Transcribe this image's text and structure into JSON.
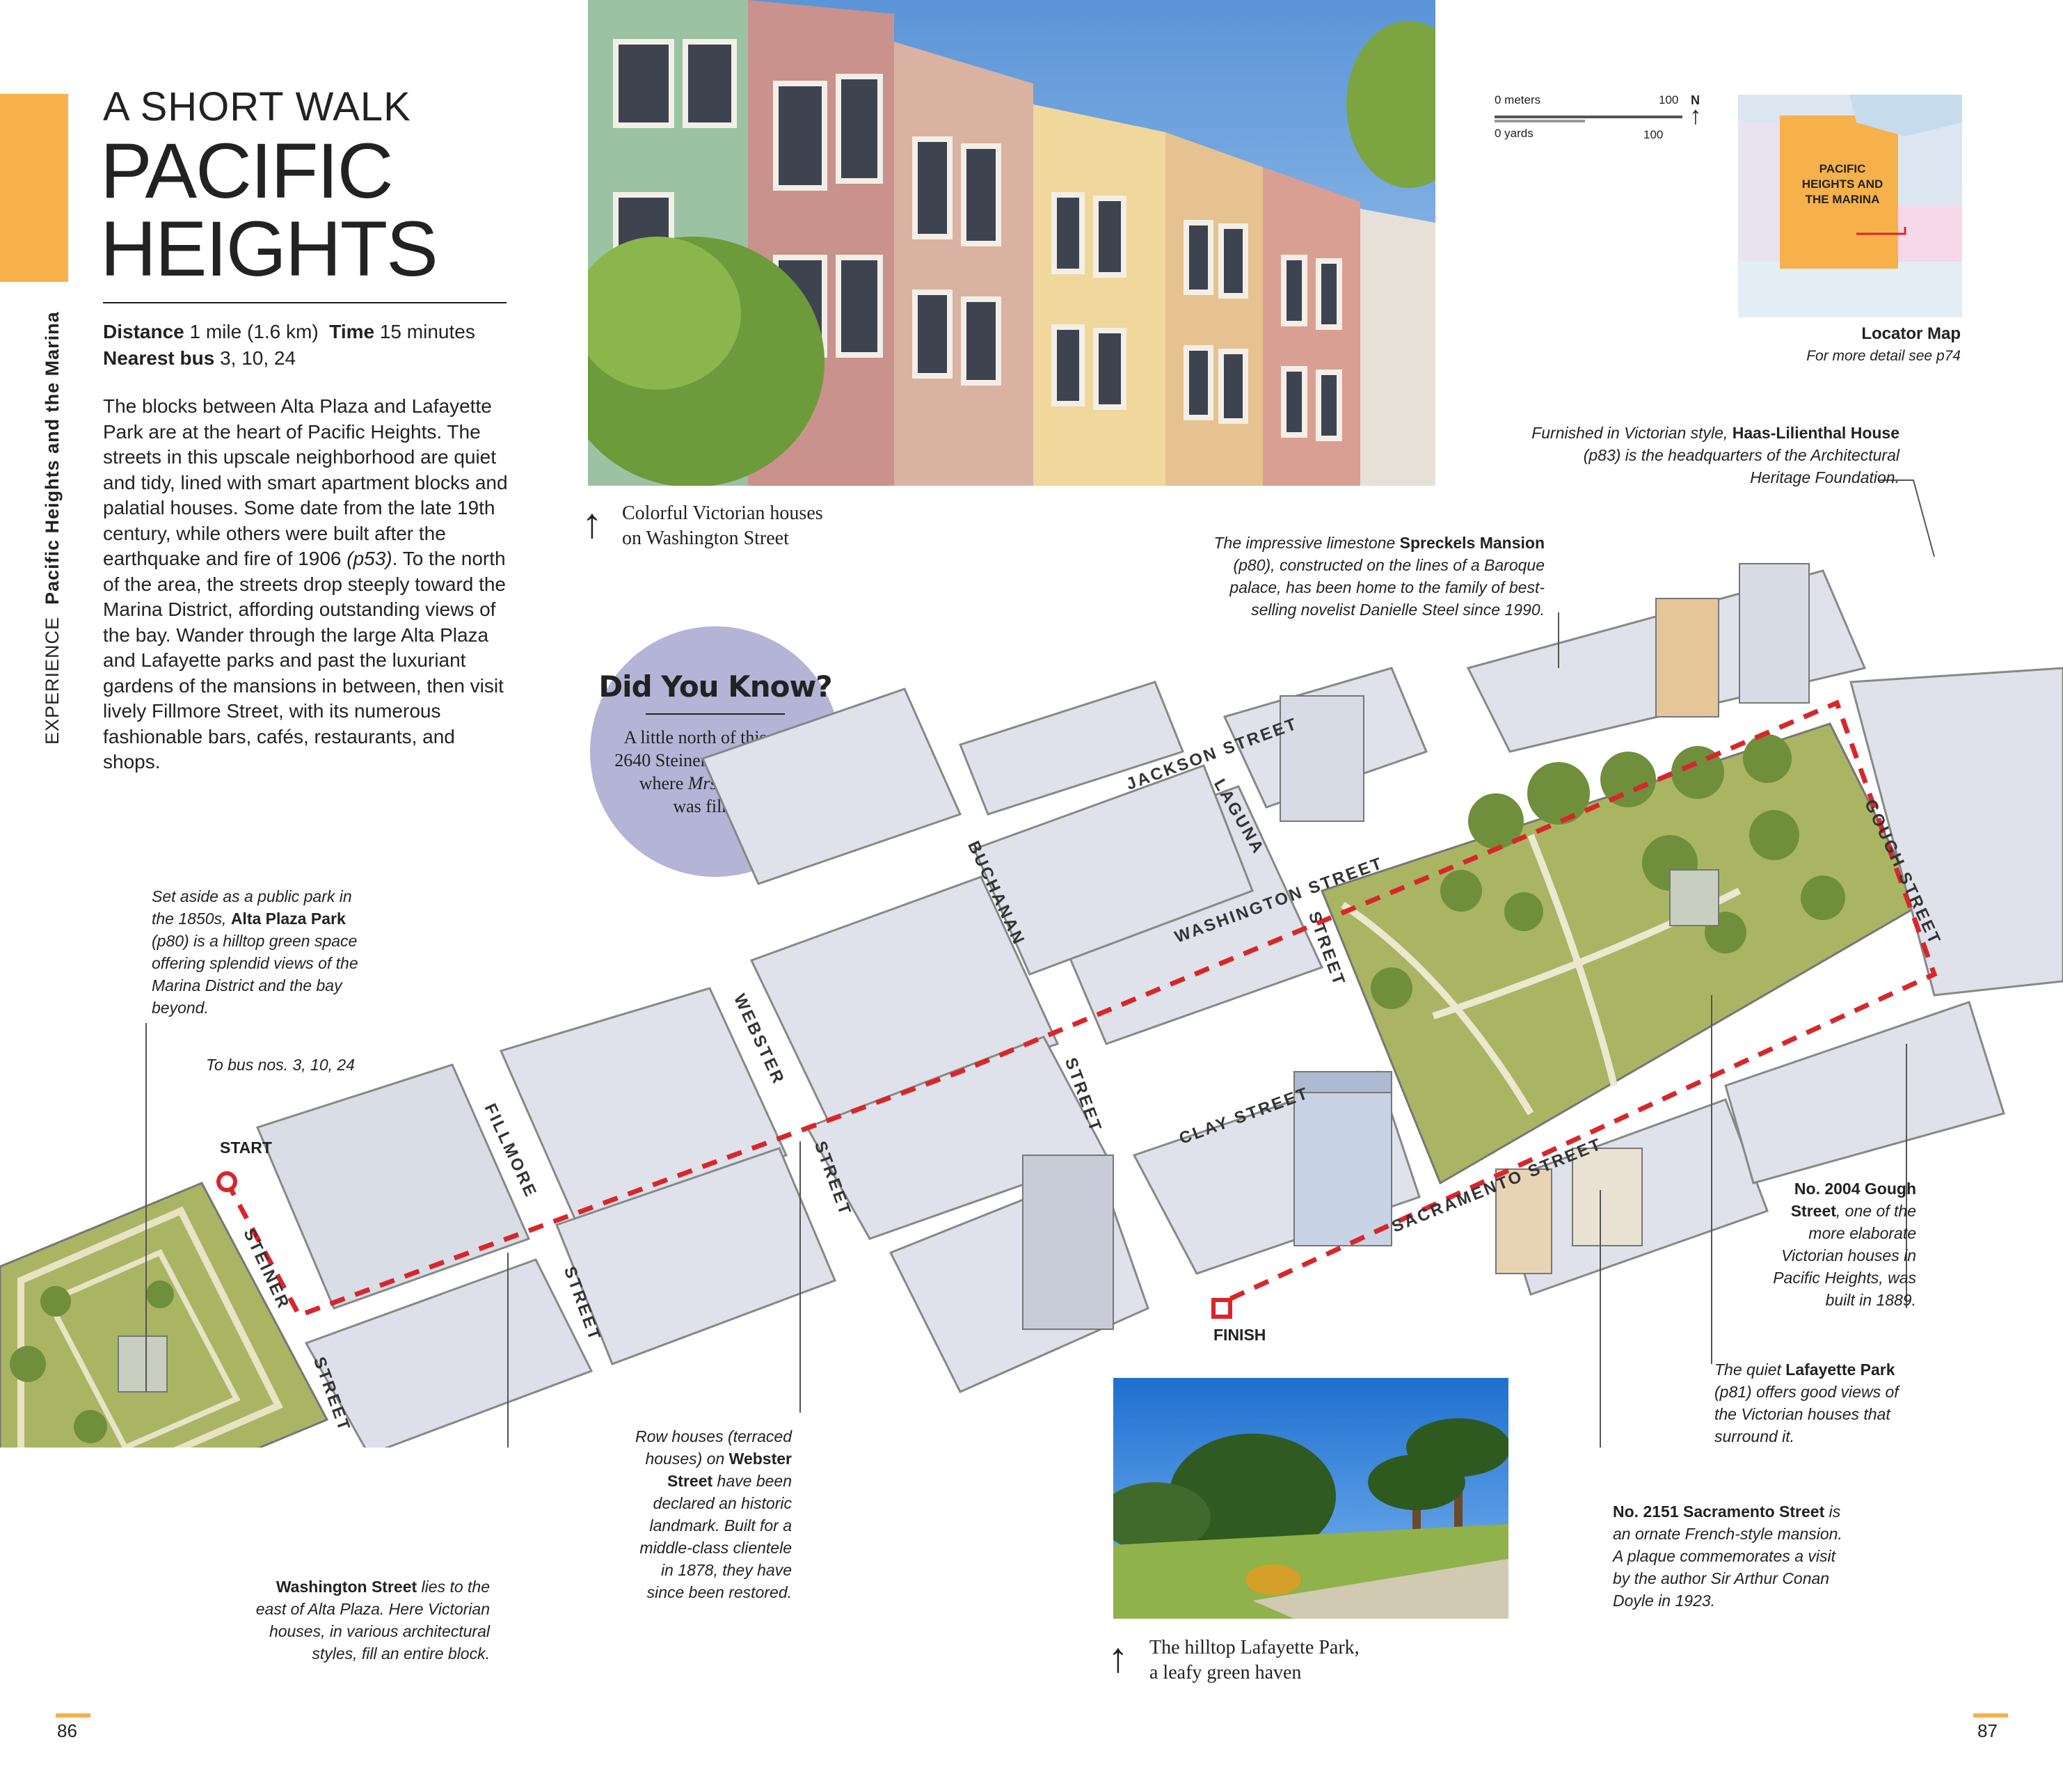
{
  "side": {
    "section": "EXPERIENCE",
    "chapter": "Pacific Heights and the Marina"
  },
  "header": {
    "kicker": "A SHORT WALK",
    "title_line1": "PACIFIC",
    "title_line2": "HEIGHTS"
  },
  "facts": {
    "distance_label": "Distance",
    "distance_value": "1 mile (1.6 km)",
    "time_label": "Time",
    "time_value": "15 minutes",
    "bus_label": "Nearest bus",
    "bus_value": "3, 10, 24"
  },
  "intro": {
    "text_before_ref": "The blocks between Alta Plaza and Lafayette Park are at the heart of Pacific Heights. The streets in this upscale neighborhood are quiet and tidy, lined with smart apartment blocks and palatial houses. Some date from the late 19th century, while others were built after the earthquake and fire of 1906",
    "ref": "(p53)",
    "text_after_ref": ". To the north of the area, the streets drop steeply toward the Marina District, affording outstanding views of the bay. Wander through the large Alta Plaza and Lafayette parks and past the luxuriant gardens of the mansions in between, then visit lively Fillmore Street, with its numerous fashionable bars, cafés, restaurants, and shops."
  },
  "photo_top": {
    "caption_line1": "Colorful Victorian houses",
    "caption_line2": "on Washington Street"
  },
  "photo_bottom": {
    "caption_line1": "The hilltop Lafayette Park,",
    "caption_line2": "a leafy green haven"
  },
  "did_you_know": {
    "heading": "Did You Know?",
    "line1": "A little north of this map,",
    "line2": "2640 Steiner St is the house",
    "line3_pre": "where ",
    "line3_em": "Mrs Doubtfire",
    "line4": "was filmed."
  },
  "scale_bar": {
    "meters_label": "0 meters",
    "meters_value": "100",
    "yards_label": "0 yards",
    "yards_value": "100",
    "north": "N"
  },
  "locator": {
    "area_label_1": "PACIFIC",
    "area_label_2": "HEIGHTS AND",
    "area_label_3": "THE MARINA",
    "title": "Locator Map",
    "subtitle": "For more detail see p74"
  },
  "streets": {
    "jackson": "JACKSON STREET",
    "laguna": "LAGUNA",
    "washington": "WASHINGTON STREET",
    "street": "STREET",
    "buchanan": "BUCHANAN",
    "webster": "WEBSTER",
    "fillmore": "FILLMORE",
    "steiner": "STEINER",
    "clay": "CLAY STREET",
    "gough": "GOUGH STREET",
    "sacramento": "SACRAMENTO STREET"
  },
  "route": {
    "start": "START",
    "finish": "FINISH",
    "bus": "To bus nos. 3, 10, 24"
  },
  "notes": {
    "alta": {
      "pre": "Set aside as a public park in the 1850s, ",
      "bold": "Alta Plaza Park",
      "post": " (p80) is a hilltop green space offering splendid views of the Marina District and the bay beyond."
    },
    "haas": {
      "pre": "Furnished in Victorian style, ",
      "bold": "Haas-Lilienthal House",
      "post": " (p83) is the headquarters of the Architectural Heritage Foundation."
    },
    "spreckels": {
      "pre": "The impressive limestone ",
      "bold": "Spreckels Mansion",
      "post": " (p80), constructed on the lines of a Baroque palace, has been home to the family of best-selling novelist Danielle Steel since 1990."
    },
    "gough": {
      "bold": "No. 2004 Gough Street",
      "post": ", one of the more elaborate Victorian houses in Pacific Heights, was built in 1889."
    },
    "lafayette": {
      "pre": "The quiet ",
      "bold": "Lafayette Park",
      "post": " (p81) offers good views of the Victorian houses that surround it."
    },
    "sacramento": {
      "bold": "No. 2151 Sacramento Street",
      "post": " is an ornate French-style mansion. A plaque commemorates a visit by the author Sir Arthur Conan Doyle in 1923."
    },
    "row": {
      "pre": "Row houses (terraced houses) on ",
      "bold": "Webster Street",
      "post": " have been declared an historic landmark. Built for a middle-class clientele in 1878, they have since been restored."
    },
    "washington": {
      "bold": "Washington Street",
      "post": " lies to the east of Alta Plaza. Here Victorian houses, in various architectural styles, fill an entire block."
    }
  },
  "page_numbers": {
    "left": "86",
    "right": "87"
  },
  "colors": {
    "accent": "#f6b14b",
    "route": "#d8262b",
    "did_you_know_bg": "#b4b4d6",
    "park": "#a9b562"
  }
}
